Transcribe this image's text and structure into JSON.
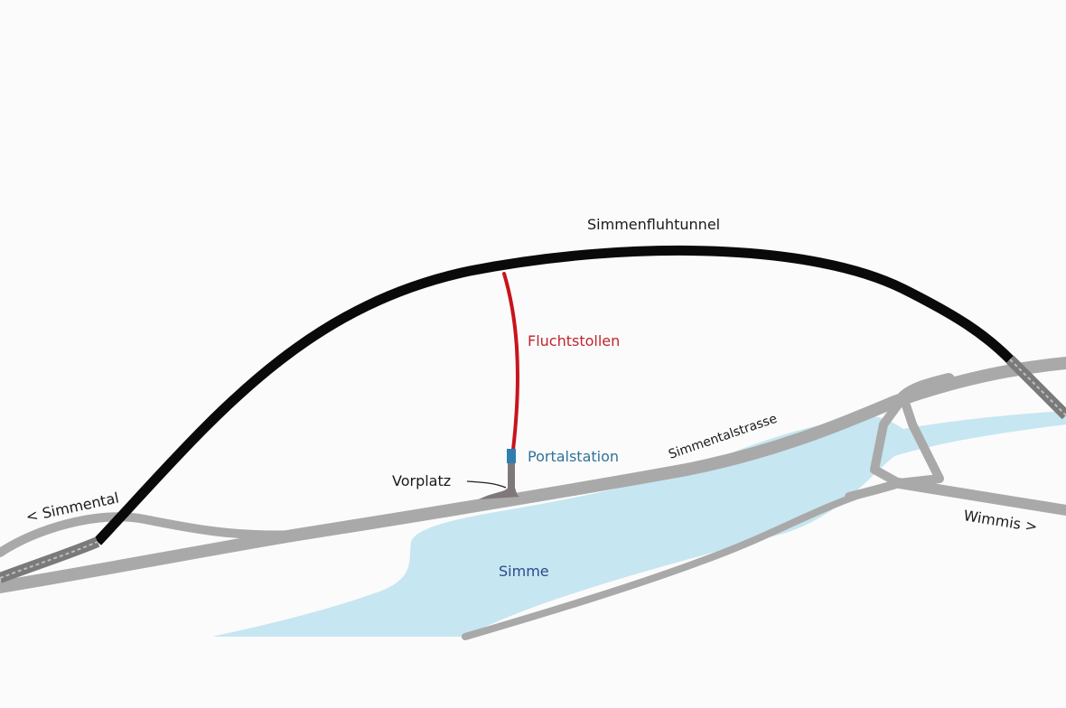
{
  "labels": {
    "tunnel": "Simmenfluhtunnel",
    "escape_gallery": "Fluchtstollen",
    "portal_station": "Portalstation",
    "forecourt": "Vorplatz",
    "road": "Simmentalstrasse",
    "river": "Simme",
    "west_direction": "< Simmental",
    "east_direction": "Wimmis >"
  },
  "colors": {
    "background": "#fbfbfb",
    "tunnel": "#0a0a0a",
    "tunnel_portal": "#8a8a8a",
    "road": "#a9a9a9",
    "river": "#c6e6f1",
    "escape_gallery": "#c8141c",
    "portal_station": "#2e7fb0",
    "forecourt": "#7e7879"
  }
}
